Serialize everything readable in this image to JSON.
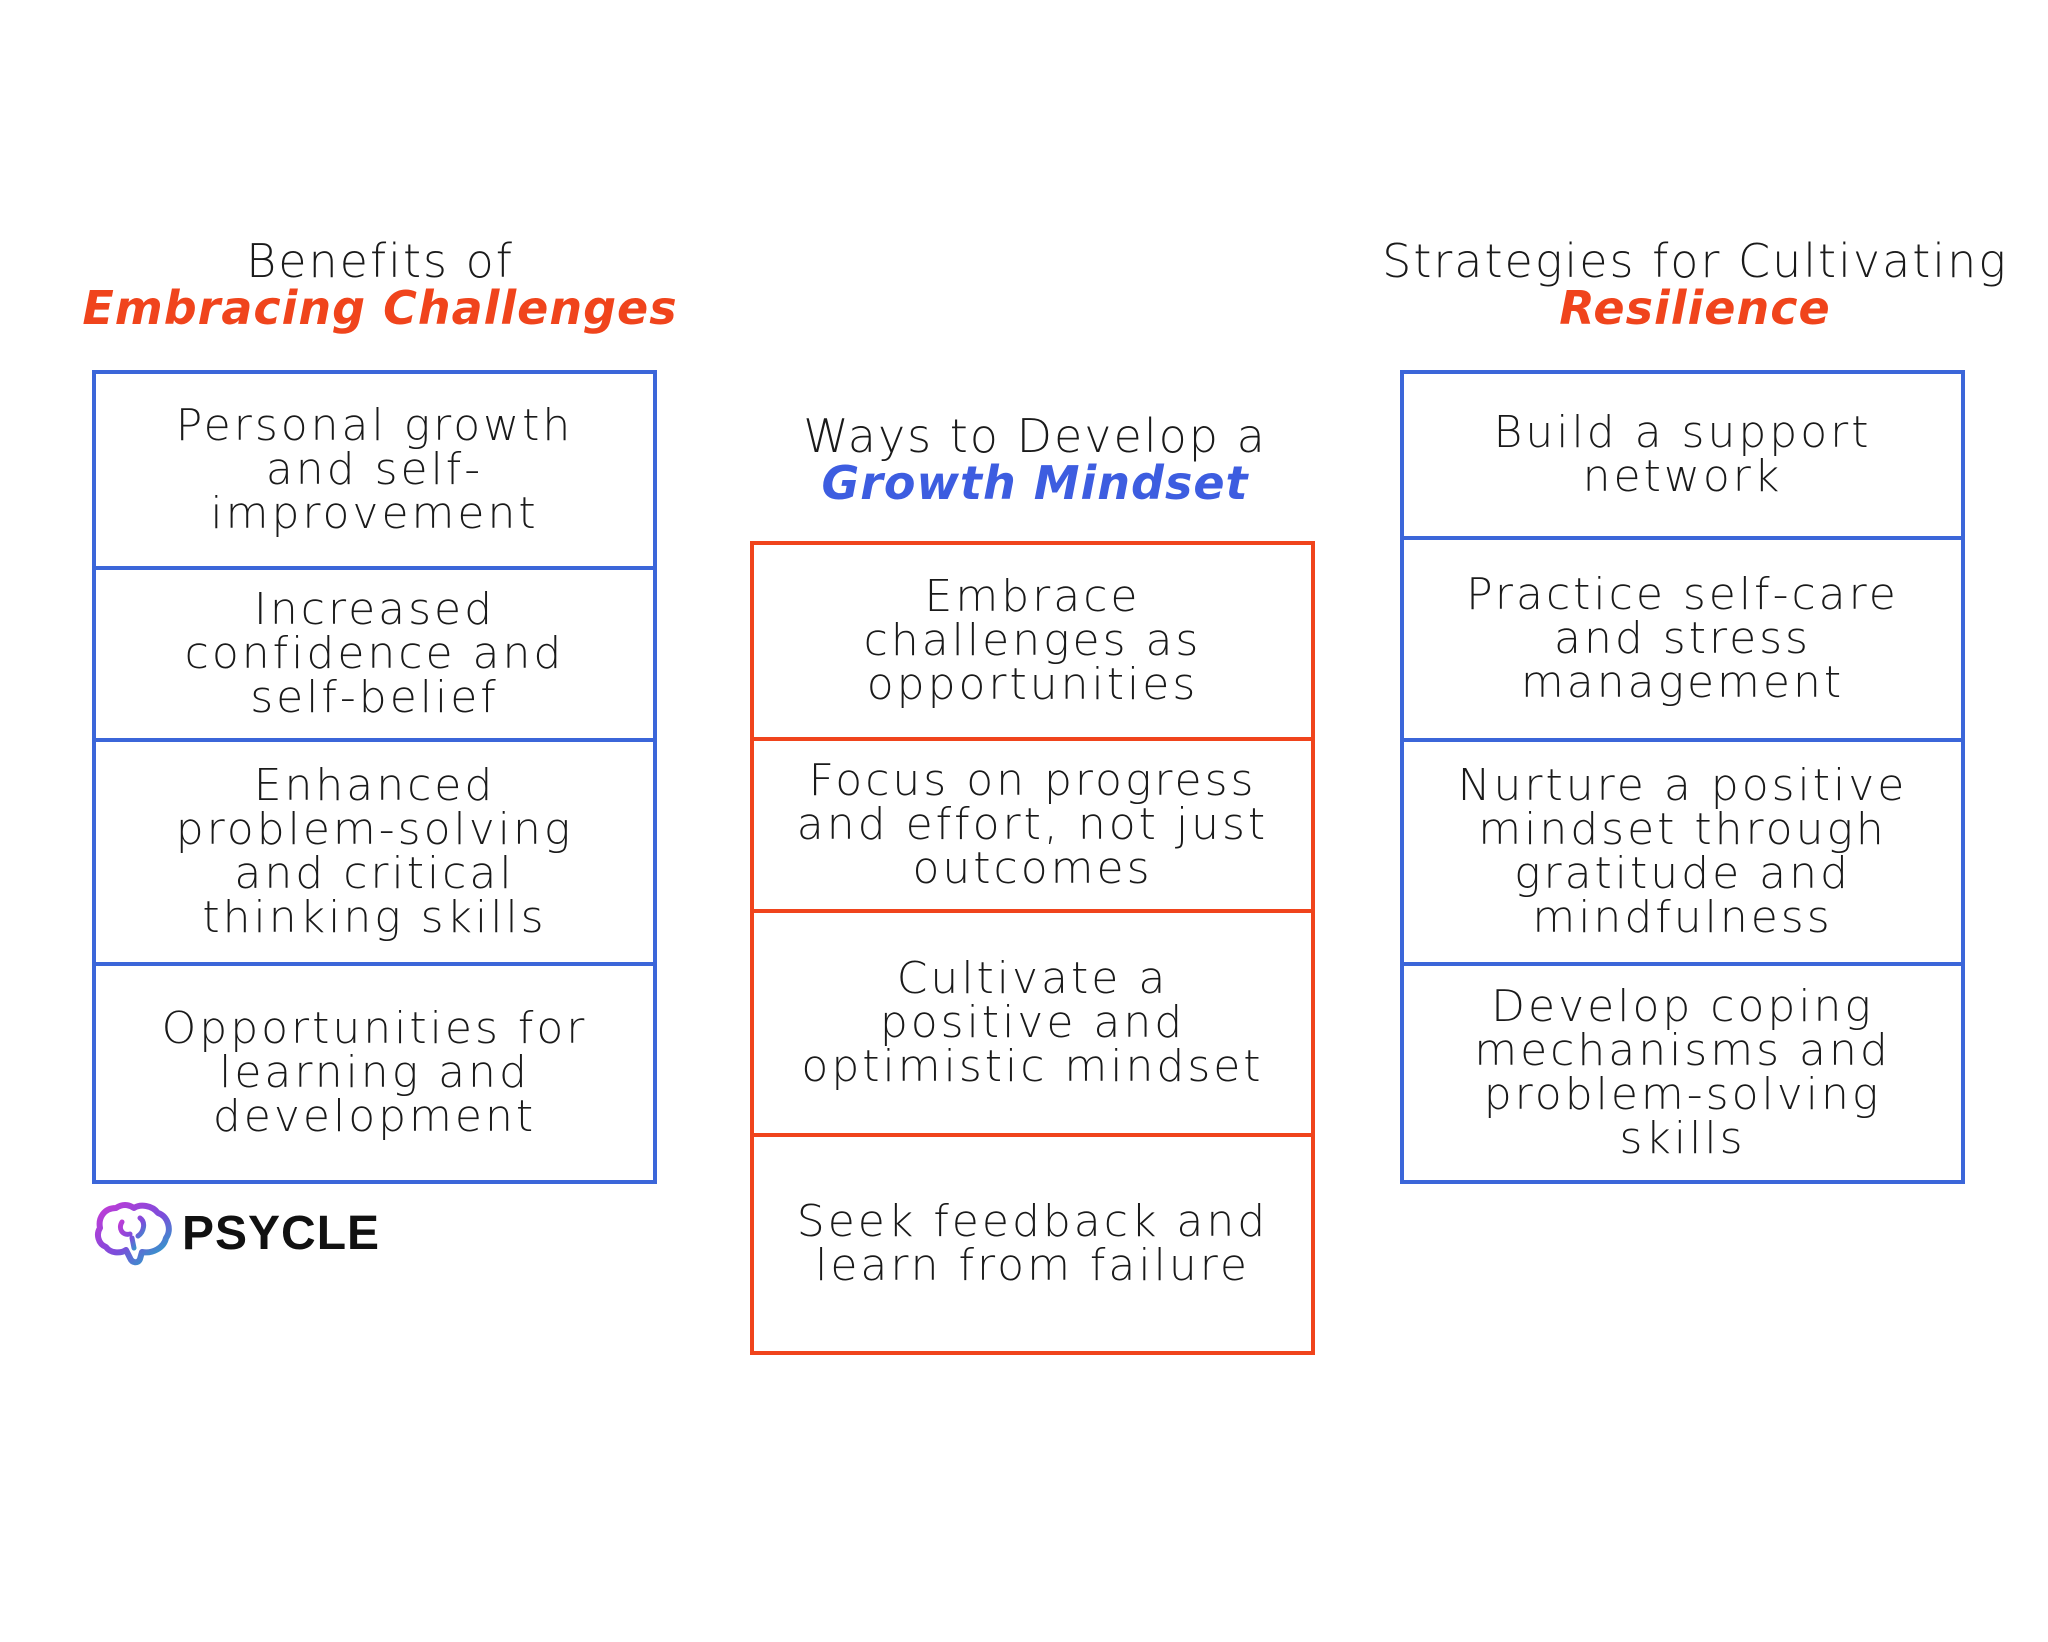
{
  "colors": {
    "blue": "#3b66d9",
    "orange": "#f0441c",
    "heading_blue": "#3d5de0",
    "text": "#1a1a1a"
  },
  "left": {
    "title_line1": "Benefits of",
    "title_line2": "Embracing Challenges",
    "items": [
      "Personal growth and self-improvement",
      "Increased confidence and self-belief",
      "Enhanced problem-solving and critical thinking skills",
      "Opportunities for learning and development"
    ]
  },
  "middle": {
    "title_line1": "Ways to Develop a",
    "title_line2": "Growth Mindset",
    "items": [
      "Embrace challenges as opportunities",
      "Focus on progress and effort, not just outcomes",
      "Cultivate a positive and optimistic mindset",
      "Seek feedback and learn from failure"
    ]
  },
  "right": {
    "title_line1": "Strategies for Cultivating",
    "title_line2": "Resilience",
    "items": [
      "Build a support network",
      "Practice self-care and stress management",
      "Nurture a positive mindset through gratitude and mindfulness",
      "Develop coping mechanisms and problem-solving skills"
    ]
  },
  "logo": {
    "text": "PSYCLE",
    "icon": "brain-icon"
  }
}
